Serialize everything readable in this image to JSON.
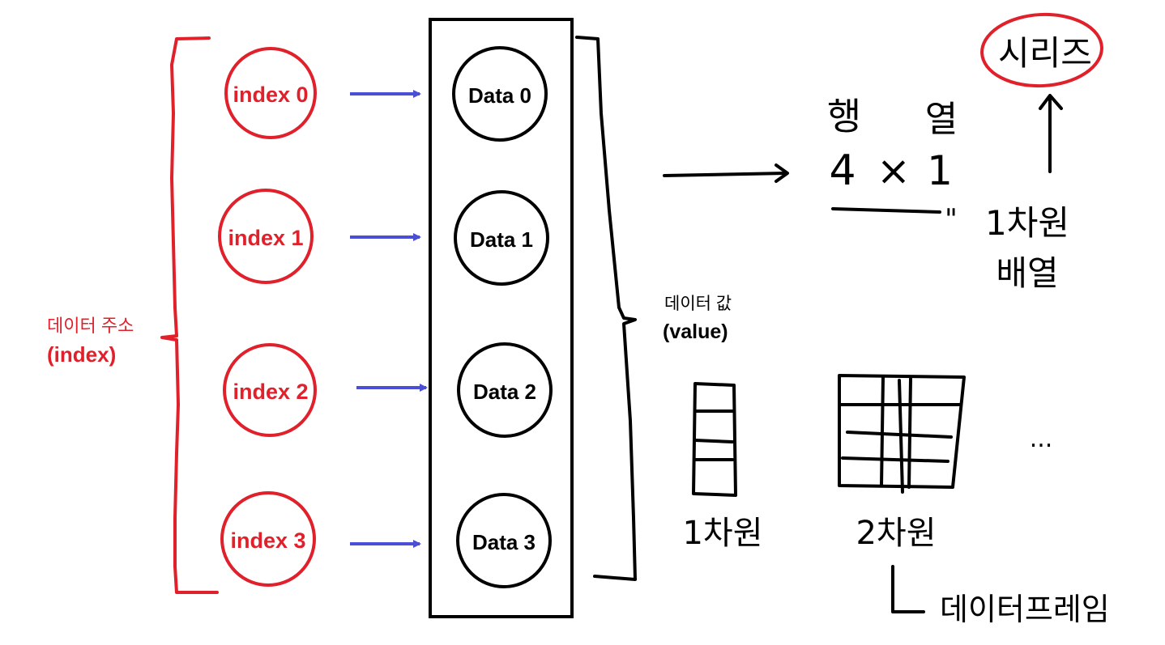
{
  "colors": {
    "index": "#e0202a",
    "arrow": "#4a4fd6",
    "ink": "#000000"
  },
  "left_label": {
    "line1": "데이터 주소",
    "line2": "(index)"
  },
  "index_items": [
    "index 0",
    "index 1",
    "index 2",
    "index 3"
  ],
  "data_items": [
    "Data 0",
    "Data 1",
    "Data 2",
    "Data 3"
  ],
  "value_label": {
    "line1": "데이터 값",
    "line2": "(value)"
  },
  "dims": {
    "row_label": "행",
    "col_label": "열",
    "rows": "4",
    "times": "×",
    "cols": "1",
    "ditto": "\""
  },
  "one_dim_array": {
    "line1": "1차원",
    "line2": "배열"
  },
  "series_label": "시리즈",
  "grid_1d_label": "1차원",
  "grid_2d_label": "2차원",
  "ellipsis": "...",
  "dataframe_label": "데이터프레임"
}
